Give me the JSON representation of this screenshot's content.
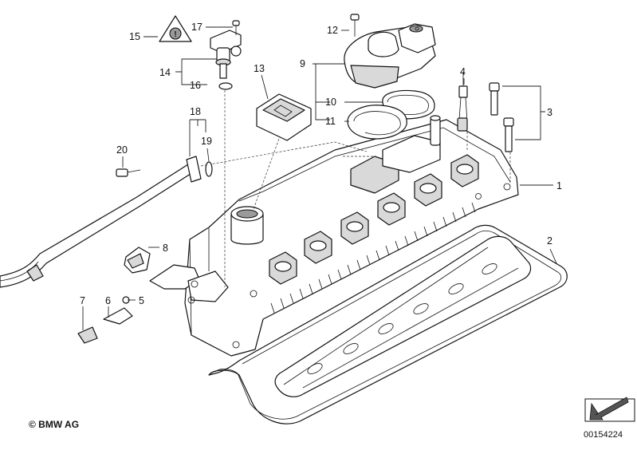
{
  "diagram": {
    "callouts": [
      "1",
      "2",
      "3",
      "4",
      "5",
      "6",
      "7",
      "8",
      "9",
      "10",
      "11",
      "12",
      "13",
      "14",
      "15",
      "16",
      "17",
      "18",
      "19",
      "20"
    ],
    "copyright": "© BMW AG",
    "image_number": "00154224",
    "warning_symbol_text": "!"
  }
}
